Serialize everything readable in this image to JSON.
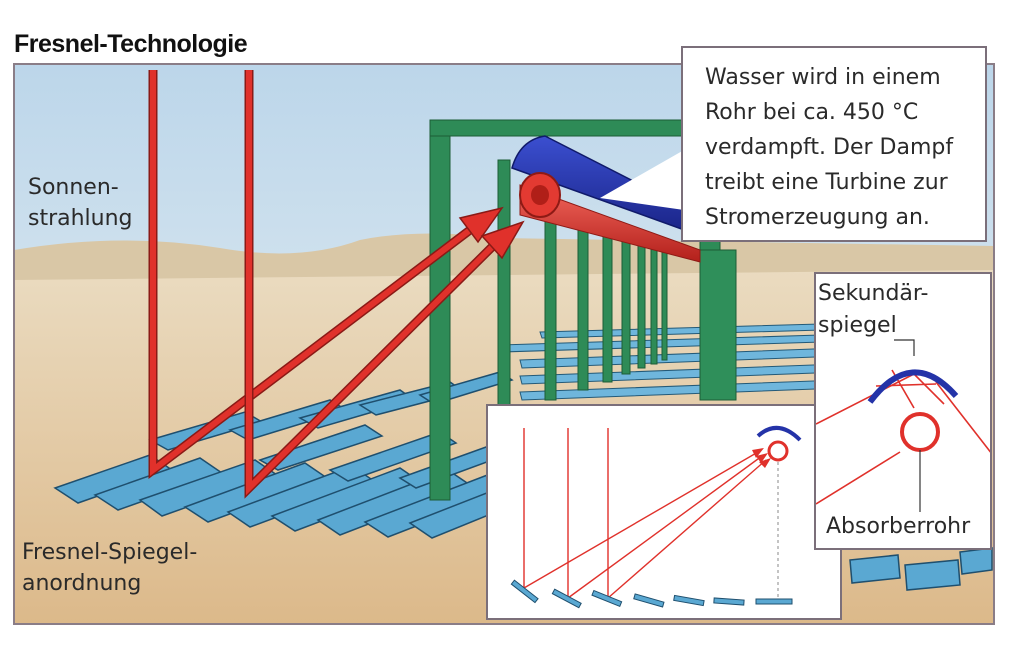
{
  "title": "Fresnel-Technologie",
  "labels": {
    "sun_line1": "Sonnen-",
    "sun_line2": "strahlung",
    "mirror_line1": "Fresnel-Spiegel-",
    "mirror_line2": "anordnung",
    "secondary_line1": "Sekundär-",
    "secondary_line2": "spiegel",
    "absorber": "Absorberrohr"
  },
  "callout": {
    "lines": [
      "Wasser wird in einem",
      "Rohr bei ca. 450 °C",
      "verdampft. Der Dampf",
      "treibt eine Turbine zur",
      "Stromerzeugung an."
    ]
  },
  "colors": {
    "sky": "#cfe1ee",
    "sand": "#e6cfa8",
    "frame_green": "#2e8b57",
    "mirror_blue": "#4b9cc9",
    "ray_red": "#e0312b",
    "reflector_blue": "#2433a8",
    "border": "#7b6f7a"
  }
}
